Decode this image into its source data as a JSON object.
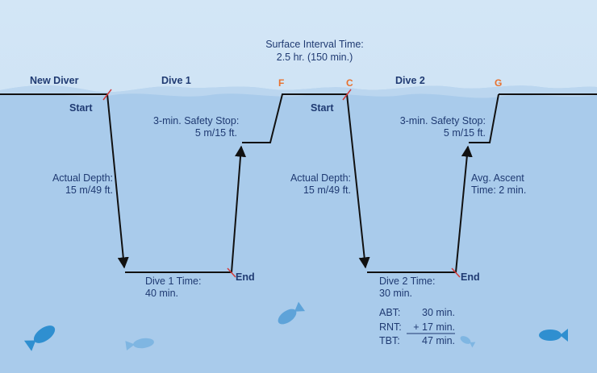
{
  "header": {
    "surface_interval": "Surface Interval Time:",
    "surface_interval_value": "2.5 hr. (150 min.)"
  },
  "labels": {
    "new_diver": "New Diver",
    "dive1": "Dive 1",
    "dive2": "Dive 2",
    "letter_f": "F",
    "letter_c": "C",
    "letter_g": "G",
    "start1": "Start",
    "start2": "Start",
    "end1": "End",
    "end2": "End",
    "safety1_line1": "3-min. Safety Stop:",
    "safety1_line2": "5 m/15 ft.",
    "safety2_line1": "3-min. Safety Stop:",
    "safety2_line2": "5 m/15 ft.",
    "depth1_line1": "Actual Depth:",
    "depth1_line2": "15 m/49 ft.",
    "depth2_line1": "Actual Depth:",
    "depth2_line2": "15 m/49 ft.",
    "ascent_line1": "Avg. Ascent",
    "ascent_line2": "Time: 2 min.",
    "time1_line1": "Dive 1 Time:",
    "time1_line2": "40 min.",
    "time2_line1": "Dive 2 Time:",
    "time2_line2": "30 min."
  },
  "totals": [
    {
      "key": "ABT:",
      "value": "30 min."
    },
    {
      "key": "RNT:",
      "value": "+ 17 min."
    },
    {
      "key": "TBT:",
      "value": "47 min."
    }
  ],
  "colors": {
    "sky": "#cfe3f4",
    "water": "#a9cbeb",
    "line": "#111111",
    "text": "#1f3a72",
    "accent": "#e8712e",
    "tick": "#d23a3a",
    "fish": "#2f8fd0",
    "fish_light": "#7fb6e2"
  }
}
